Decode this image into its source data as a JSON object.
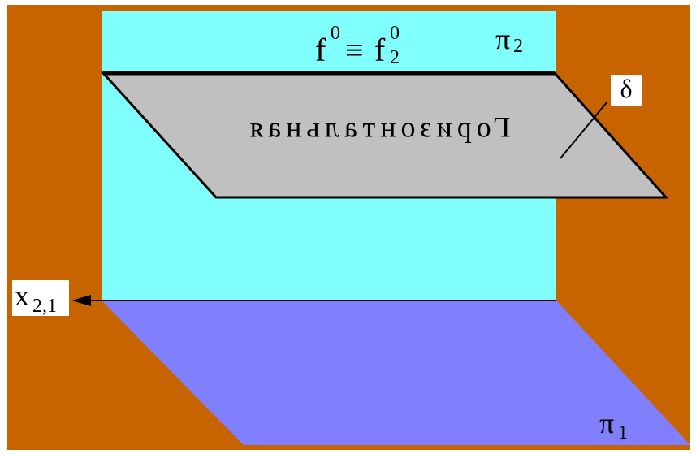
{
  "colors": {
    "background": "#C86400",
    "frontal_plane": "#80FFFF",
    "horizontal_plane": "#8080FF",
    "horizontal_level_plane": "#C0C0C0",
    "outline": "#000000",
    "border": "#FFFFFF"
  },
  "labels": {
    "trace_f": "f",
    "trace_sup": "0",
    "equiv": "≡",
    "trace_sub": "2",
    "pi2": "π",
    "pi2_sub": "2",
    "delta": "δ",
    "plane_name": "Горизонтальная",
    "axis": "x",
    "axis_sub": "2,1",
    "pi1": "π",
    "pi1_sub": "1"
  }
}
